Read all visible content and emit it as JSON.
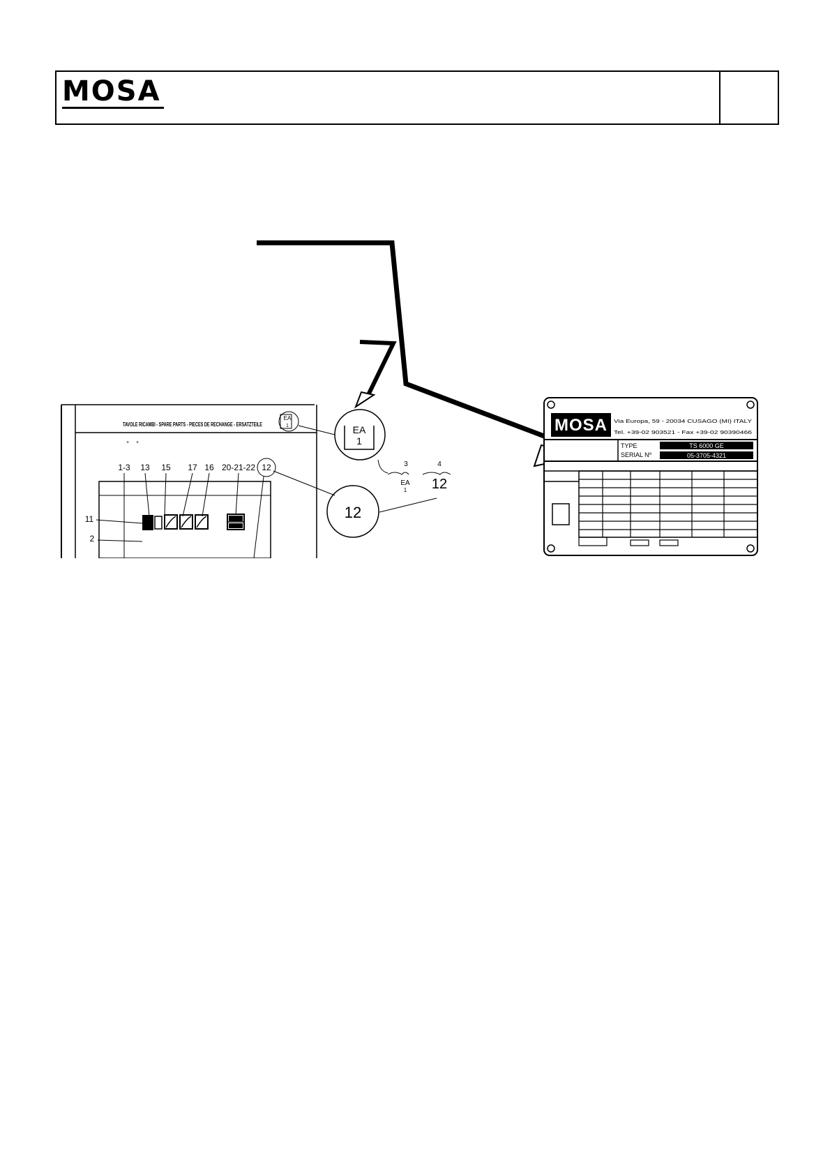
{
  "header": {
    "logo": "MOSA",
    "page_box": ""
  },
  "figure": {
    "manual_page": {
      "header_strip": "TAVOLE RICAMBI - SPARE PARTS - PIECES DE RECHANGE - ERSATZTEILE",
      "ea_badge_top": "EA",
      "ea_badge_bottom": "1",
      "callouts": [
        "1-3",
        "13",
        "15",
        "17",
        "16",
        "20-21-22",
        "12",
        "11",
        "2"
      ]
    },
    "zoom_ea": {
      "top": "EA",
      "bottom": "1"
    },
    "zoom_12": "12",
    "annotation": {
      "left_mark": "3",
      "right_mark": "4",
      "left_code": "EA",
      "left_sub": "1",
      "right_code": "12"
    },
    "nameplate": {
      "logo": "MOSA",
      "address_line1": "Via Europa, 59 - 20034 CUSAGO (MI) ITALY",
      "address_line2": "Tel. +39-02 903521 - Fax +39-02 90390466",
      "type_label": "TYPE",
      "type_value": "TS 6000 GE",
      "serial_label": "SERIAL Nº",
      "serial_value": "05-3705-4321"
    }
  }
}
